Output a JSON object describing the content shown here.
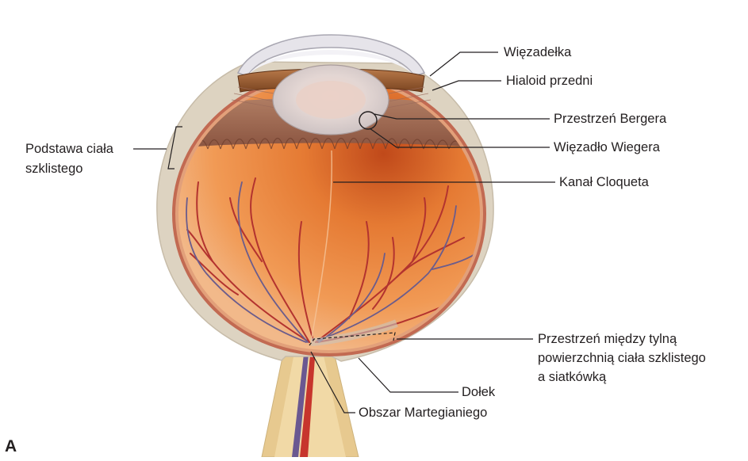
{
  "figure": {
    "panel_letter": "A",
    "labels": {
      "zonules": "Więzadełka",
      "anterior_hyaloid": "Hialoid przedni",
      "berger_space": "Przestrzeń Bergera",
      "wieger_ligament": "Więzadło Wiegera",
      "cloquet_canal": "Kanał Cloqueta",
      "vitreous_base_line1": "Podstawa ciała",
      "vitreous_base_line2": "szklistego",
      "retrovitreal_space_line1": "Przestrzeń między tylną",
      "retrovitreal_space_line2": "powierzchnią ciała szklistego",
      "retrovitreal_space_line3": "a siatkówką",
      "fovea": "Dołek",
      "martegiani_area": "Obszar Martegianiego"
    }
  },
  "colors": {
    "sclera": "#ddd3c1",
    "choroid": "#b8574f",
    "vitreous": "#ef8d3f",
    "lens": "#ddd5d2",
    "iris": "#9b5a33",
    "vessel_red": "#b3332f",
    "vessel_blue": "#6b5c8c",
    "optic_nerve": "#ecd29c"
  }
}
